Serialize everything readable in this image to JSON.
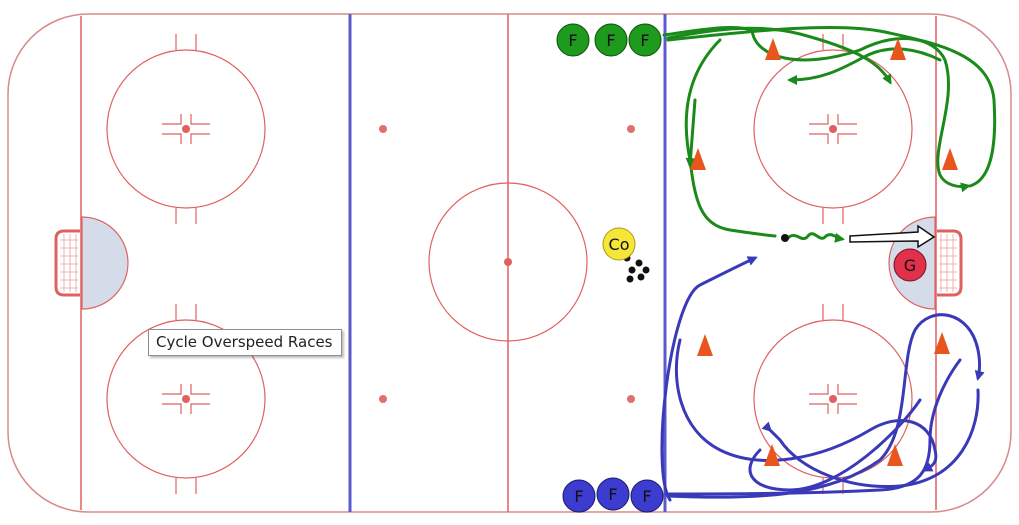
{
  "drill": {
    "tooltip": "Cycle Overspeed Races"
  },
  "players": {
    "forwards_top": [
      "F",
      "F",
      "F"
    ],
    "forwards_bottom": [
      "F",
      "F",
      "F"
    ],
    "coach": "Co",
    "goalie": "G"
  },
  "colors": {
    "boards": "#d88a8a",
    "blue_line": "#5a5acd",
    "red_line": "#e06060",
    "crease": "#d4dcea",
    "green_route": "#1a8a1a",
    "blue_route": "#3a3ab8",
    "cone": "#e8561e",
    "forward_green": "#1e9a1e",
    "forward_blue": "#3c3cd0",
    "coach_fill": "#f5e63a",
    "goalie_fill": "#e0304a"
  },
  "icons": [
    "cone-icon",
    "puck-icon",
    "net-icon",
    "player-token-icon"
  ]
}
